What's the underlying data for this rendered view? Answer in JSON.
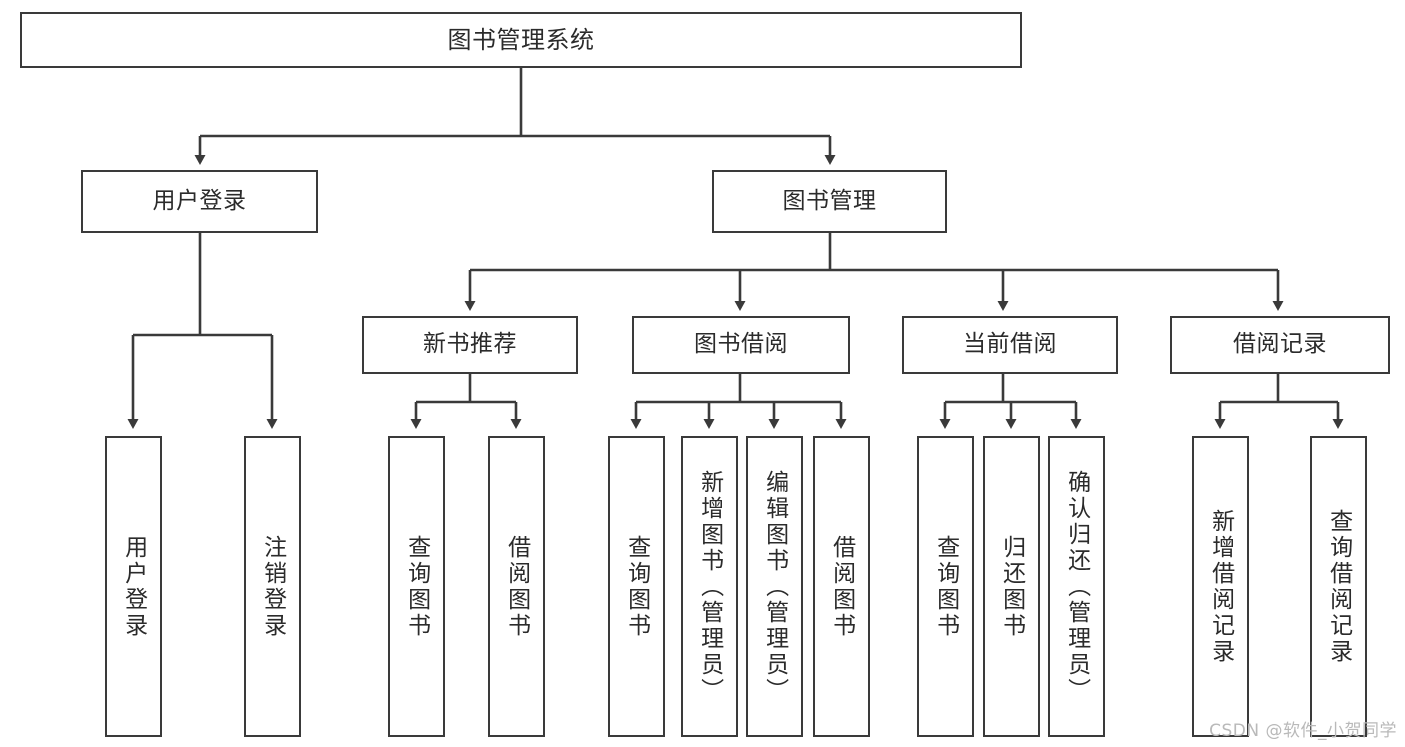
{
  "diagram": {
    "title": "图书管理系统",
    "type": "tree-hierarchy-diagram",
    "watermark": "CSDN @软件_小贺同学",
    "colors": {
      "background": "#ffffff",
      "node_fill": "#ffffff",
      "node_border": "#3a3a3a",
      "connector": "#3a3a3a",
      "text": "#2b2b2b",
      "watermark": "#b9b9b9"
    },
    "root": {
      "label": "图书管理系统"
    },
    "level2": [
      {
        "label": "用户登录"
      },
      {
        "label": "图书管理"
      }
    ],
    "level3": [
      {
        "label": "新书推荐"
      },
      {
        "label": "图书借阅"
      },
      {
        "label": "当前借阅"
      },
      {
        "label": "借阅记录"
      }
    ],
    "leaves": {
      "user_login": [
        {
          "label": "用户登录"
        },
        {
          "label": "注销登录"
        }
      ],
      "new_book_recommend": [
        {
          "label": "查询图书"
        },
        {
          "label": "借阅图书"
        }
      ],
      "book_borrow": [
        {
          "label": "查询图书"
        },
        {
          "label": "新增图书（管理员）"
        },
        {
          "label": "编辑图书（管理员）"
        },
        {
          "label": "借阅图书"
        }
      ],
      "current_borrow": [
        {
          "label": "查询图书"
        },
        {
          "label": "归还图书"
        },
        {
          "label": "确认归还（管理员）"
        }
      ],
      "borrow_record": [
        {
          "label": "新增借阅记录"
        },
        {
          "label": "查询借阅记录"
        }
      ]
    }
  }
}
